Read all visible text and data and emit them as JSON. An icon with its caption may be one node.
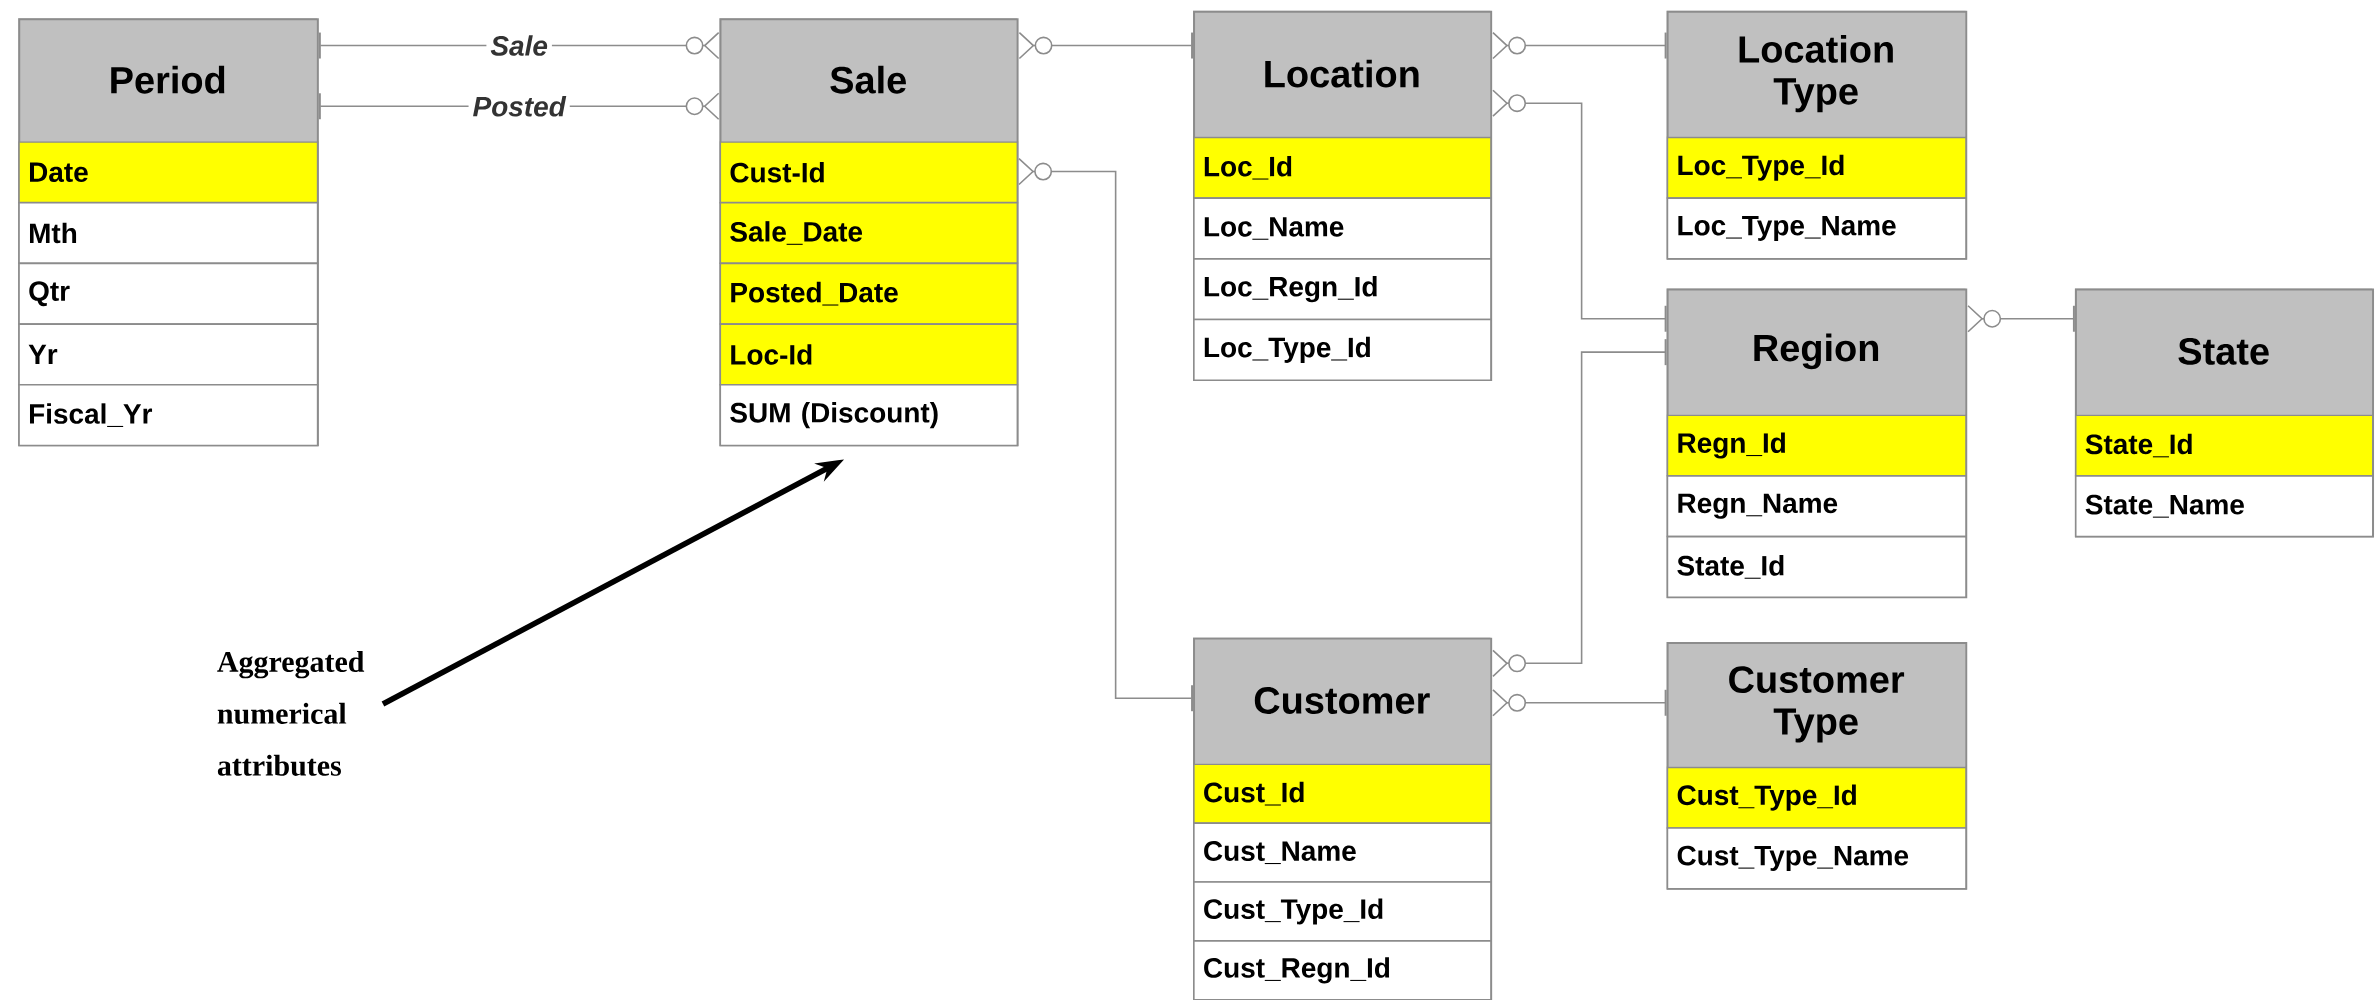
{
  "diagram": {
    "nodes": [
      {
        "text": [
          "Period"
        ]
      },
      {
        "text": [
          "Date"
        ],
        "in": 0
      },
      {
        "text": [
          "Mth"
        ],
        "in": 0
      },
      {
        "text": [
          "Qtr"
        ],
        "in": 0
      },
      {
        "text": [
          "Yr"
        ],
        "in": 0
      },
      {
        "text": [
          "Fiscal_Yr"
        ],
        "in": 0
      },
      {
        "text": [
          "Sale"
        ]
      },
      {
        "text": [
          "Cust-Id"
        ],
        "in": 6
      },
      {
        "text": [
          "Sale_Date"
        ],
        "in": 6
      },
      {
        "text": [
          "Posted_Date"
        ],
        "in": 6
      },
      {
        "text": [
          "Loc-Id"
        ],
        "in": 6
      },
      {
        "text": [
          "SUM (Discount)"
        ],
        "in": 6
      },
      {
        "text": [
          "Location"
        ]
      },
      {
        "text": [
          "Loc_Id"
        ],
        "in": 12
      },
      {
        "text": [
          "Loc_Name"
        ],
        "in": 12
      },
      {
        "text": [
          "Loc_Regn_Id"
        ],
        "in": 12
      },
      {
        "text": [
          "Loc_Type_Id"
        ],
        "in": 12
      },
      {
        "text": [
          "Location Type"
        ]
      },
      {
        "text": [
          "Loc_Type_Id"
        ],
        "in": 17
      },
      {
        "text": [
          "Loc_Type_Name"
        ],
        "in": 17
      },
      {
        "text": [
          "Region"
        ]
      },
      {
        "text": [
          "Regn_Id"
        ],
        "in": 20
      },
      {
        "text": [
          "Regn_Name"
        ],
        "in": 20
      },
      {
        "text": [
          "State_Id"
        ],
        "in": 20
      },
      {
        "text": [
          "State"
        ]
      },
      {
        "text": [
          "State_Id"
        ],
        "in": 24
      },
      {
        "text": [
          "State_Name"
        ],
        "in": 24
      },
      {
        "text": [
          "Customer"
        ]
      },
      {
        "text": [
          "Cust_Id"
        ],
        "in": 27
      },
      {
        "text": [
          "Cust_Name"
        ],
        "in": 27
      },
      {
        "text": [
          "Cust_Type_Id"
        ],
        "in": 27
      },
      {
        "text": [
          "Cust_Regn_Id"
        ],
        "in": 27
      },
      {
        "text": [
          "Customer Type"
        ]
      },
      {
        "text": [
          "Cust_Type_Id"
        ],
        "in": 32
      },
      {
        "text": [
          "Cust_Type_Name"
        ],
        "in": 32
      },
      {
        "text": [
          "Aggregated numerical attributes"
        ]
      }
    ],
    "edges": [
      {
        "from": 6,
        "to": 0,
        "arrow": "other",
        "label": "Sale"
      },
      {
        "from": 6,
        "to": 0,
        "arrow": "other",
        "label": "Posted"
      },
      {
        "from": 6,
        "to": 12,
        "arrow": "other"
      },
      {
        "from": 7,
        "to": 27,
        "arrow": "other"
      },
      {
        "from": 12,
        "to": 17,
        "arrow": "other"
      },
      {
        "from": 12,
        "to": 20,
        "arrow": "other"
      },
      {
        "from": 20,
        "to": 24,
        "arrow": "other"
      },
      {
        "from": 27,
        "to": 20,
        "arrow": "other"
      },
      {
        "from": 27,
        "to": 32,
        "arrow": "other"
      },
      {
        "from": 35,
        "to": 11,
        "arrow": "to",
        "style": "thick",
        "color": "#000000"
      }
    ]
  }
}
